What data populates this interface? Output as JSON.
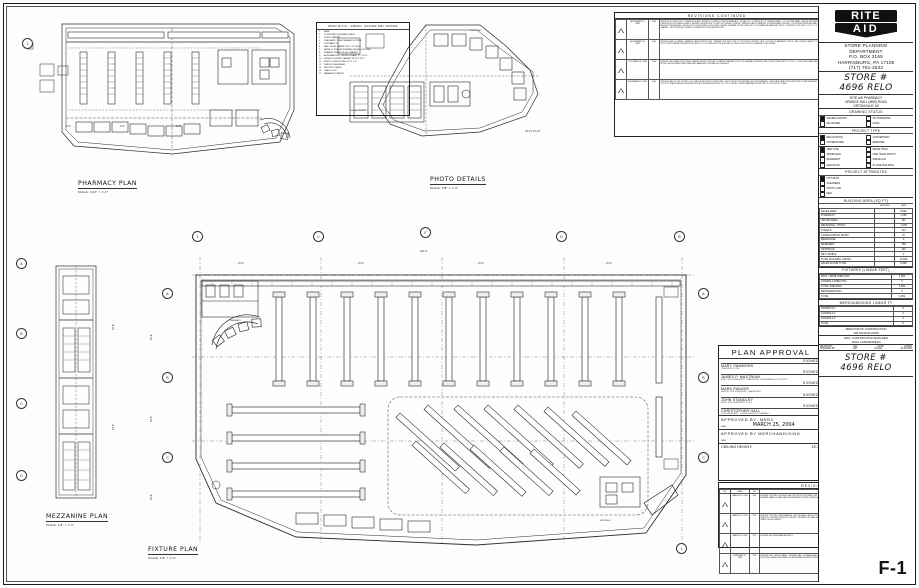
{
  "sheet": {
    "number": "F-1",
    "company": {
      "line1": "RITE",
      "line2": "AID"
    },
    "department": [
      "STORE PLANNING",
      "DEPARTMENT",
      "P.O. BOX 3165",
      "HARRISBURG, PA 17105",
      "(717) 761-2633"
    ],
    "store_label": "STORE #",
    "store_number": "4696 RELO",
    "project_name": "RITE AID PHARMACY",
    "project_address": [
      "GRANGE HALL (M59) ROAD",
      "ORTONVILLE, MI"
    ]
  },
  "drawing_status": {
    "header": "DRAWING STATUS",
    "options": [
      {
        "label": "ISSUED FOR BID",
        "checked": true
      },
      {
        "label": "OUTSTANDING",
        "checked": false
      },
      {
        "label": "RE-ISSUED",
        "checked": false
      },
      {
        "label": "FINAL",
        "checked": false
      }
    ]
  },
  "project_type": {
    "header": "PROJECT TYPE",
    "options": [
      {
        "label": "RELOCATION",
        "checked": true
      },
      {
        "label": "CONVERSION",
        "checked": false
      },
      {
        "label": "SUPERSTORE",
        "checked": false
      },
      {
        "label": "REMODEL",
        "checked": false
      }
    ]
  },
  "store_format": {
    "options": [
      {
        "label": "NEW SITE",
        "checked": true
      },
      {
        "label": "DRIVE THRU",
        "checked": false
      },
      {
        "label": "SPRINKLER",
        "checked": false
      },
      {
        "label": "ONE HOUR PHOTO",
        "checked": false
      },
      {
        "label": "BASEMENT",
        "checked": false
      },
      {
        "label": "PRE-BUILD",
        "checked": false
      },
      {
        "label": "ELEVATOR",
        "checked": false
      },
      {
        "label": "IN-LINE BUILDING",
        "checked": false
      }
    ]
  },
  "project_attributes": {
    "header": "PROJECT ATTRIBUTES",
    "options": [
      {
        "label": "HOT SPOT",
        "checked": true
      },
      {
        "label": "CLEANERS",
        "checked": false
      },
      {
        "label": "PHOTO LAB",
        "checked": false
      },
      {
        "label": "DELI",
        "checked": false
      }
    ]
  },
  "building_area": {
    "header": "BUILDING AREA (SQ FT)",
    "columns": [
      "",
      "EXISTING",
      "NEW"
    ],
    "rows": [
      {
        "label": "SALES AREA",
        "existing": "",
        "new": "8,840"
      },
      {
        "label": "PHARMACY",
        "existing": "",
        "new": "1,066"
      },
      {
        "label": "OFFICE AREA",
        "existing": "",
        "new": "141"
      },
      {
        "label": "RECEIVING / STOCK",
        "existing": "",
        "new": "1,478"
      },
      {
        "label": "TOILETS",
        "existing": "",
        "new": "114"
      },
      {
        "label": "CONSULTATION ROOM",
        "existing": "",
        "new": "67"
      },
      {
        "label": "MEZZANINE",
        "existing": "",
        "new": "0"
      },
      {
        "label": "BASEMENT",
        "existing": "",
        "new": "758"
      },
      {
        "label": "VESTIBULE",
        "existing": "",
        "new": "140"
      },
      {
        "label": "NET USABLE",
        "existing": "",
        "new": "0"
      },
      {
        "label": "TOTAL BUILDING GROSS",
        "existing": "",
        "new": "10,909"
      },
      {
        "label": "SALES FLOOR TOTAL",
        "existing": "",
        "new": "8,995"
      }
    ]
  },
  "fixture_linear": {
    "header": "FIXTURES (LINEAR FEET)",
    "rows": [
      {
        "label": "WALL / BASE SHELVING",
        "value": "1,069"
      },
      {
        "label": "GONDOLA SHELVING",
        "value": "0"
      },
      {
        "label": "TOTAL SHELVING",
        "value": "1,069"
      },
      {
        "label": "REFRIGERATION",
        "value": "0"
      },
      {
        "label": "TOTAL",
        "value": "1,069"
      }
    ]
  },
  "merchandising_area": {
    "header": "MERCHANDISING LINEAR FT",
    "rows": [
      {
        "label": "GONDOLA 1",
        "value": "0"
      },
      {
        "label": "GONDOLA 2",
        "value": "0"
      },
      {
        "label": "GONDOLA 3",
        "value": "0"
      },
      {
        "label": "TOTAL",
        "value": "0"
      }
    ]
  },
  "signatures": {
    "dir_construction_label": "DIRECTOR OF CONSTRUCTION",
    "dir_construction_name": "JIM MCWILLIAMS",
    "reg_manager_label": "REG. CONSTRUCTION MANAGER",
    "reg_manager_name": "JACK LANGENFELD",
    "drawn_by_label": "DRAWN BY:",
    "drawn_by": "SJG",
    "date_label": "DATE:",
    "date": "2/20/04",
    "checked_by_label": "CHECKED BY:",
    "checked_by": "RM",
    "scale_label": "SCALE:",
    "scale": "AS NOTED"
  },
  "plan_approval": {
    "title": "PLAN APPROVAL",
    "signed_label": "SIGNED",
    "approvers": [
      {
        "name": "MARY SAMMONS",
        "title": "PRESIDENT & CEO"
      },
      {
        "name": "JAMES P. MASTRIAN",
        "title": "EXEC. VICE PRESIDENT - MARKETING, PURCHASING & LOGISTICS"
      },
      {
        "name": "MARK PANZER",
        "title": "SENIOR VICE PRESIDENT - MARKETING"
      },
      {
        "name": "JOHN STANDLEY",
        "title": "EXEC. VICE PRESIDENT & CFO"
      },
      {
        "name": "CHRISTOPHER HALL",
        "title": "VICE PRESIDENT - STORE DESIGN & PLANNING"
      }
    ],
    "approved_merc_label": "APPROVED BY: MERC",
    "approved_merc_date_label": "DATE:",
    "approved_merc_date": "MARCH 25, 2004",
    "approved_merch_label": "APPROVED BY MERCHANDISING",
    "approved_merch_date_label": "DATE:",
    "approved_merch_date": "",
    "ceiling_height_label": "CEILING HEIGHT:",
    "ceiling_height": "13'-6\""
  },
  "revisions_continued": {
    "header": "REVISIONS CONTINUED",
    "entries": [
      {
        "no": "5",
        "date": "DECEMBER 13, 2004",
        "by": "SJG",
        "description": "REVISION: STORE FRONT & TRANSOM GLASS. REVISED FLOORING & TRIM IN PHARMACY - RE-TAG 2'-6\" COUNTER AT 1'-6\" REMOVE PANEL. 2'-0\" SHOWER PANEL - ADDED SIGN AND CEILING IN FLOOR PLAN & DETAILS. REVISED CEILING GRID TO SUPPORT SIGN AT COUNTER - REMOVE CANOPY BRACKET IN CHECKSTAND SYSTEM - LOGOS SIGN CENTER AS WALL AROUND OPEN ARCHED - ADDED EXIT LIGHTING AND DOOR SWING. SEE ALL GENERAL NOTES & ADD SEC. DOOR MARK AS HANDICAP OFFICE - REVISED DOOR SIZE TO 3'-0\" X 7'-0\" CABINET - DROP PERSONS, SP AND DOOR AND KEY UP RECEIVING DOOR."
      },
      {
        "no": "4",
        "date": "DECEMBER 23, 2004",
        "by": "SJG",
        "description": "REVISION: ADD LOCKABLE CABINETS CASE IN FRONT END - REVISED TILE DROP SIZE TO OPPOSITE COUNTER - ADD LOCK KEY IN MARKER'S OFFICE - ADD CEILING CANOPY TO PHOTO SUPPLY AREA - REVISED FRONT END 2'-0\" X 9'-0\" ADD ELECTRICAL BOXES TO CEILING - ALL NOTED & CHANGES TO ALL DETAIL."
      },
      {
        "no": "3",
        "date": "OCTOBER 18, 2004",
        "by": "SJG",
        "description": "REVISED: RELOCATED ELECTRICAL PLAN AS SHOWN ON PLAN. LOCATION PLAN AND PHOTO OF GENERAL REVISIONS PER CLIENT ISSUED SEPT. 29, 2004 - TO INCLUDE PLANS AND NOTES - AS REQUIRED PLAN & NEW MERCHANDISING - REVISED ACCORDINGLY."
      },
      {
        "no": "2",
        "date": "NOVEMBER 3, 2004",
        "by": "SJG",
        "description": "REVISION: ADD FLOOR OUTLETS, 4 & 8 GANG BOXES WITH CONDUIT AND - DROP CEILING FIXTURE AND HOOD AT PHARMACY - RELOCATE DATA POINTS WITH NEW LOCATIONS ADDED TO FLOOR PLANS. BACKING REQUIRED FOR ALL SIGNS AS REQUIRED - 2'-6\" X 8'-0\" HEIGHT - ADDED MATERIAL NOTES. DIM. OF 2'-8\" IN BY 6'-0\" HIGH."
      }
    ]
  },
  "revisions_bottom": {
    "header": "REVISIONS",
    "columns": [
      "NO.",
      "DATE",
      "BY",
      "DESCRIPTION"
    ],
    "entries": [
      {
        "no": "4",
        "date": "MARCH 25, 2004",
        "by": "SJG",
        "description": "REVISED: FIXTURE & CEILING PLAN PER PROTOTYPE DATED 3/04 TO INCLUDE ADDITIONAL GONDOLA AT COSMETIC SIDE WALLS. REVISED MARKER AREA AND TEMPORARY SIGNAGE LABELS & SEASONAL ENDCAPS AND FIXTURE SCHEDULE. REVISED R-1, SPECIALTY & MERCHANDISING STOREFRONT NOTES TO MATCH ALL SHEETS."
      },
      {
        "no": "3",
        "date": "MARCH 17, 2004",
        "by": "SJG",
        "description": "REVISED: FIXTURE & MERCHANDISE - ADD SIDEWALL VALLEY FIXTURE AS PER PLAN. ADD SIGN BRACKETS ON LAYOUT TO SIDE WALLS AS REVISED AT SECTION VIEWS ON SHEET F-2. REVISED NOTES ON CEILING CONTRACTOR PLANS. ADD CEILING GRID AND REVISED AT SHELF FIXTURE PLANS. REVISED FIXTURE & CABINET NOTES & SIGN CANOPY AT ALL SHEETS."
      },
      {
        "no": "2",
        "date": "MARCH 11, 2004",
        "by": "SJG",
        "description": "REVISED: ADD MERCHANDISE DEPTH."
      },
      {
        "no": "1",
        "date": "FEBRUARY 27, 2004",
        "by": "SJG",
        "description": "REVISED: ADD CEILING PANEL - REVISED WALL & SIGNAGE AND END OF ALL CONTINUOUS STORAGE. ADD CEILING LOCATIONS - ADD BRACKETS ON REVISED OVERALL SECTIONS - ADDED SIGN PANEL LOCATIONS AND REVISED CEILING & PHARMACY LAYOUT - CLEAN AND DOOR SPECIFICATIONS."
      }
    ]
  },
  "key_notes": {
    "header": "MISC B FIX - ADMIN. OFFICE KEY NOTES",
    "items": [
      {
        "num": "1.",
        "text": "SAFE"
      },
      {
        "num": "2.",
        "text": "COMPUTER EQUIPMENT RACK"
      },
      {
        "num": "3.",
        "text": "FILING CABINET"
      },
      {
        "num": "4.",
        "text": "PNEUMATIC TUBE CASHIER SYSTEM"
      },
      {
        "num": "5.",
        "text": "PORTABLE TV"
      },
      {
        "num": "6.",
        "text": "WALL HUNG CABINET 36\" X 12\" HIGH"
      },
      {
        "num": "7.",
        "text": "METAL 3\" HIGH ADJUSTABLE RELAY COUNTER"
      },
      {
        "num": "8.",
        "text": "DRAWER UNDER FILING CABINET"
      },
      {
        "num": "9.",
        "text": "ALTERNATE ALL CEILING GRADE 12\" X 24\"'s"
      },
      {
        "num": "10.",
        "text": "UNDERCOUNTER CABINET 30\" W X 24\" D"
      },
      {
        "num": "11.",
        "text": "WORK COUNTER MSC 24\" X 7'-0\""
      },
      {
        "num": "12.",
        "text": "FIRE EXTINGUISHER"
      },
      {
        "num": "13.",
        "text": "SECURITY SHELF"
      },
      {
        "num": "14.",
        "text": "TIME CLOCK"
      },
      {
        "num": "15.",
        "text": "MANAGER STATION"
      }
    ]
  },
  "plans": [
    {
      "id": "pharmacy",
      "title": "PHARMACY PLAN",
      "scale": "SCALE: 3/16\" = 1'-0\""
    },
    {
      "id": "photo",
      "title": "PHOTO DETAILS",
      "scale": "SCALE: 3/8\" = 1'-0\""
    },
    {
      "id": "mezzanine",
      "title": "MEZZANINE PLAN",
      "scale": "SCALE: 1/8\" = 1'-0\""
    },
    {
      "id": "fixture",
      "title": "FIXTURE PLAN",
      "scale": "SCALE: 1/8\" = 1'-0\""
    }
  ],
  "grid_bubbles": {
    "top": [
      "1",
      "2",
      "3",
      "4",
      "5"
    ],
    "left": [
      "A",
      "B",
      "C",
      "D",
      "E"
    ],
    "right": [
      "A",
      "B",
      "C",
      "D"
    ]
  },
  "dimensions": {
    "top_run": [
      "31'-4\"",
      "31'-4\"",
      "31'-4\"",
      "31'-4\""
    ],
    "overall_top": "125'-4\"",
    "left_run": [
      "24'-8\"",
      "23'-0\"",
      "23'-0\"",
      "24'-8\""
    ],
    "bottom_notes": [
      "4'-0\"",
      "6'-0\"",
      "6'-0\"",
      "6'-0\"",
      "6'-0\"",
      "4'-0\""
    ]
  },
  "colors": {
    "ink": "#222222",
    "light_ink": "#8e8e8e",
    "paper": "#fdfdfc",
    "brand": "#111111"
  }
}
